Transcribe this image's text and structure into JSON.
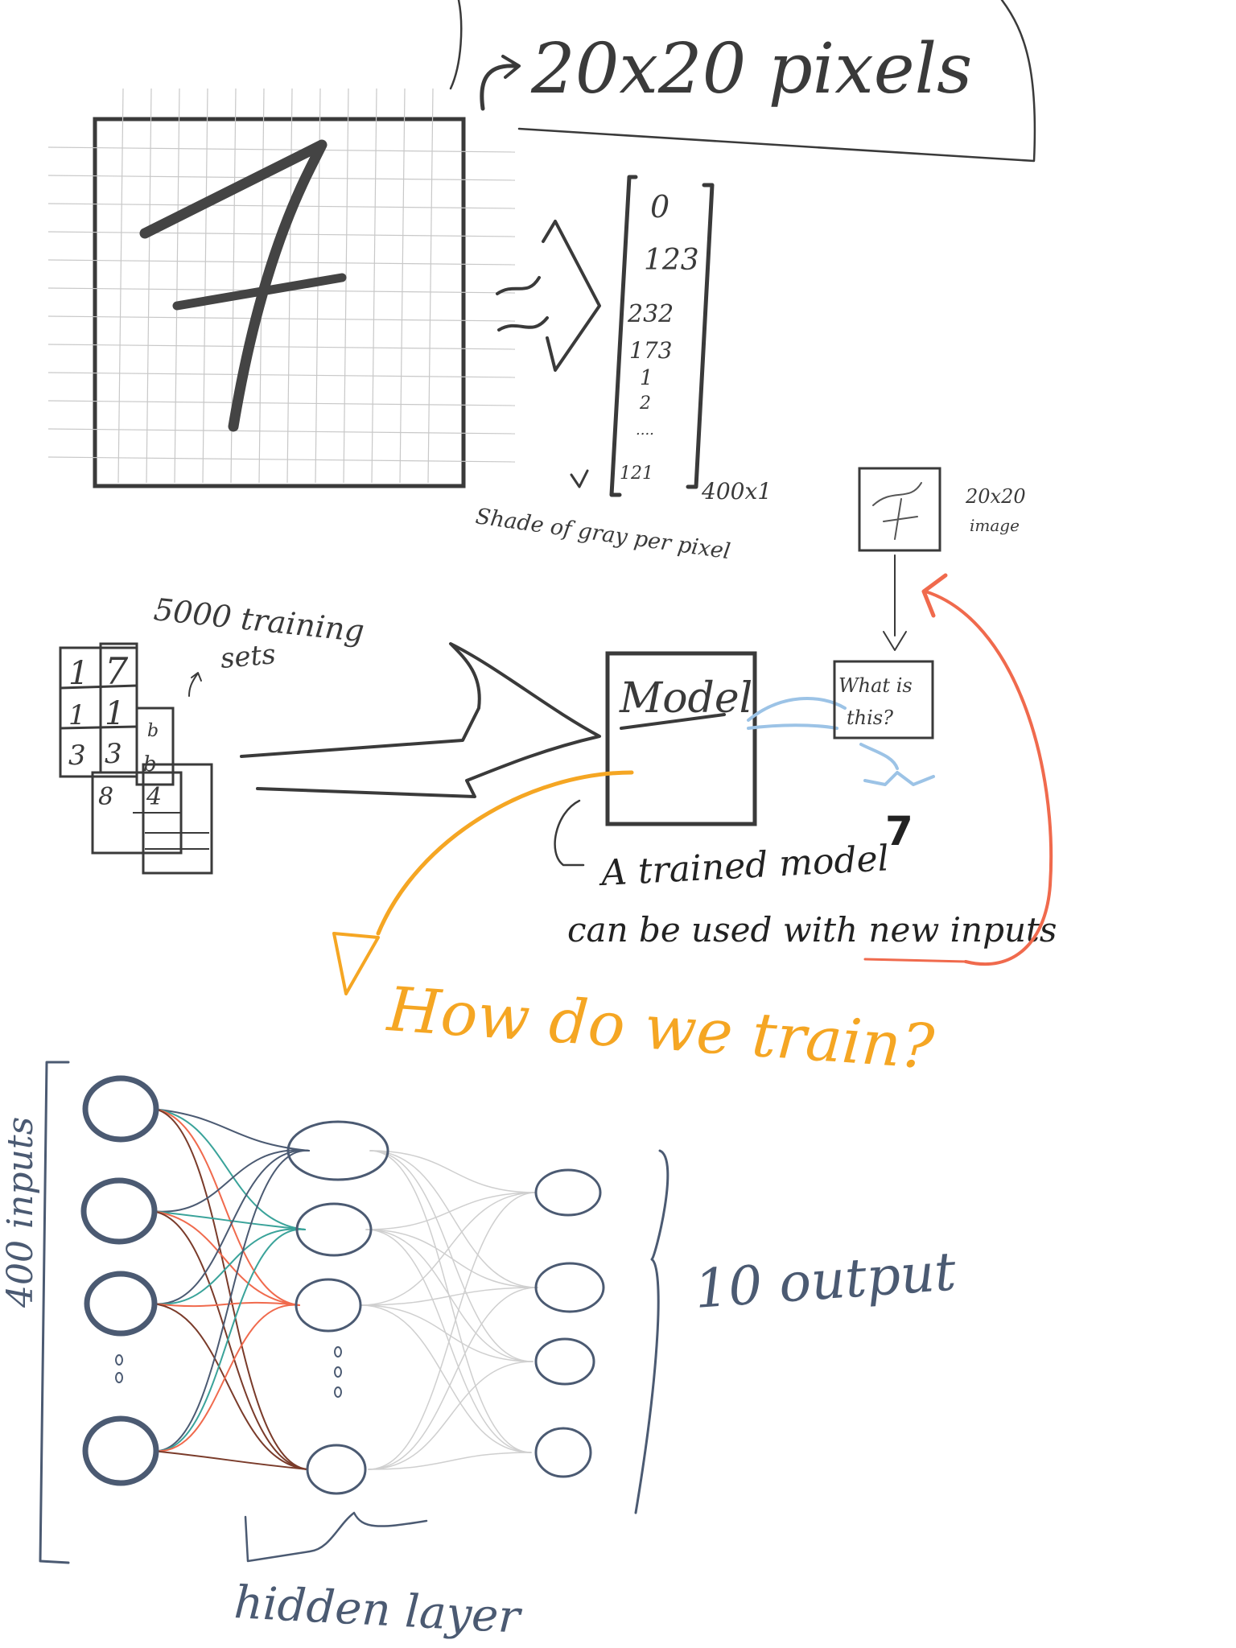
{
  "title": "20x20 pixels",
  "digit_image": {
    "digit": "7",
    "vector_values": [
      "0",
      "123",
      "232",
      "173",
      "1",
      "2",
      "....",
      "121"
    ],
    "vector_size": "400x1",
    "vector_caption": "Shade of gray per pixel"
  },
  "new_input": {
    "caption_line1": "20x20",
    "caption_line2": "image"
  },
  "training": {
    "label_line1": "5000 training",
    "label_line2": "sets",
    "card_digits": [
      "1",
      "7",
      "1",
      "1",
      "3",
      "3",
      "b",
      "b",
      "8",
      "4"
    ]
  },
  "model": {
    "label": "Model",
    "question_line1": "What is",
    "question_line2": "this?",
    "prediction": "7",
    "note_line1": "A trained model",
    "note_line2": "can be used with new inputs"
  },
  "question": "How do we train?",
  "network": {
    "inputs_label": "400 inputs",
    "hidden_label": "hidden layer",
    "outputs_label": "10 output"
  },
  "colors": {
    "ink": "#3a3a3a",
    "orange": "#f5a623",
    "red": "#f06a4d",
    "blue": "#9cc3e6",
    "slate": "#4b5a72",
    "teal": "#3aa39a",
    "brown": "#7a3b2a"
  }
}
